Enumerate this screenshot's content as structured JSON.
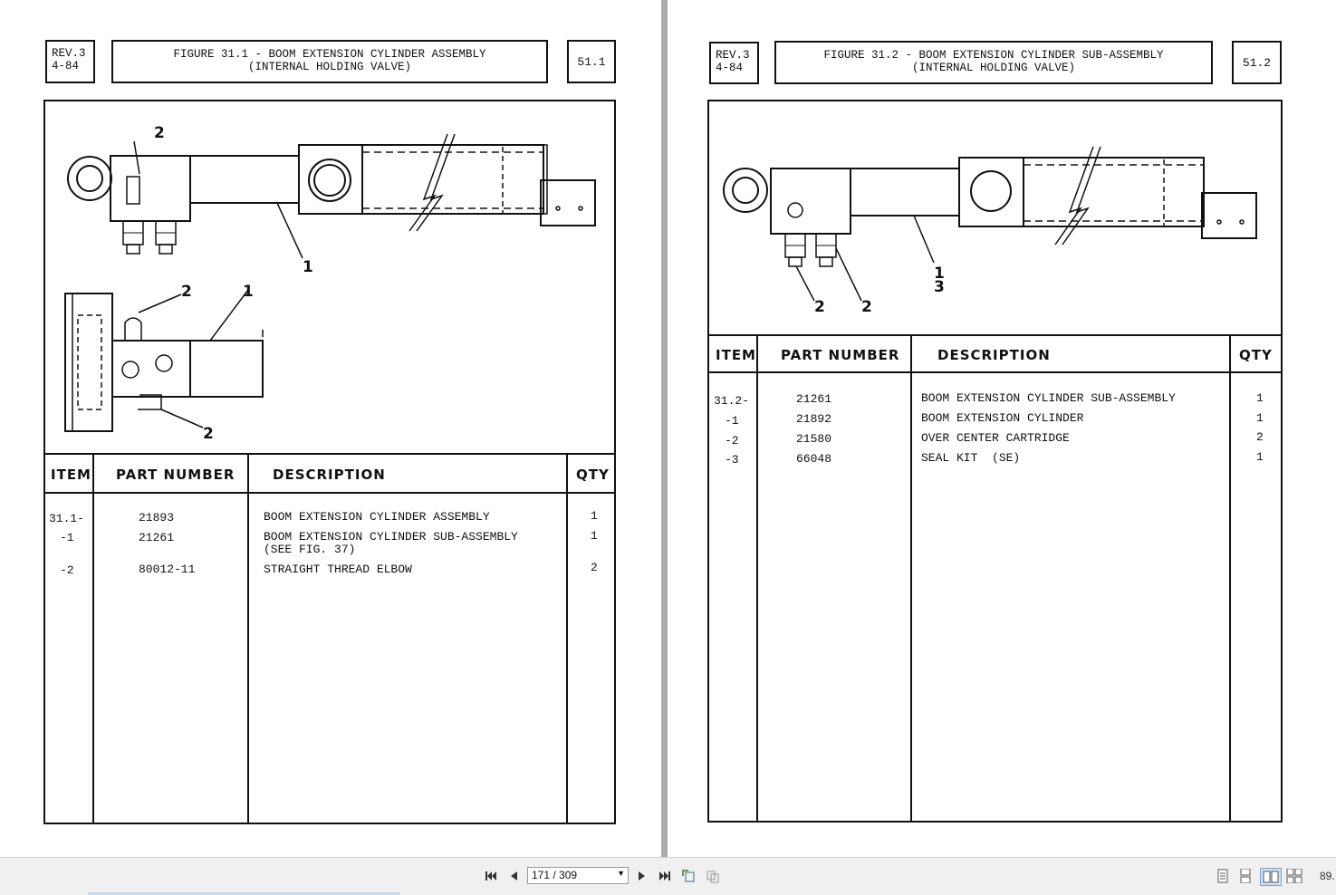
{
  "left_page": {
    "rev": "REV.3",
    "date": "4-84",
    "title_line1": "FIGURE 31.1 - BOOM EXTENSION CYLINDER ASSEMBLY",
    "title_line2": "(INTERNAL HOLDING VALVE)",
    "page_number": "51.1",
    "callouts": [
      "2",
      "1",
      "2",
      "1",
      "2"
    ],
    "headers": {
      "item": "ITEM",
      "part": "PART NUMBER",
      "desc": "DESCRIPTION",
      "qty": "QTY"
    },
    "rows": [
      {
        "item": "31.1-",
        "part": "21893",
        "desc": "BOOM EXTENSION CYLINDER ASSEMBLY",
        "qty": "1"
      },
      {
        "item": "-1",
        "part": "21261",
        "desc": "BOOM EXTENSION CYLINDER SUB-ASSEMBLY\n(SEE FIG. 37)",
        "qty": "1"
      },
      {
        "item": "-2",
        "part": "80012-11",
        "desc": "STRAIGHT THREAD ELBOW",
        "qty": "2"
      }
    ]
  },
  "right_page": {
    "rev": "REV.3",
    "date": "4-84",
    "title_line1": "FIGURE 31.2 - BOOM EXTENSION CYLINDER SUB-ASSEMBLY",
    "title_line2": "(INTERNAL HOLDING VALVE)",
    "page_number": "51.2",
    "callouts": [
      "1",
      "3",
      "2",
      "2"
    ],
    "headers": {
      "item": "ITEM",
      "part": "PART NUMBER",
      "desc": "DESCRIPTION",
      "qty": "QTY"
    },
    "rows": [
      {
        "item": "31.2-",
        "part": "21261",
        "desc": "BOOM EXTENSION CYLINDER SUB-ASSEMBLY",
        "qty": "1"
      },
      {
        "item": "-1",
        "part": "21892",
        "desc": "BOOM EXTENSION CYLINDER",
        "qty": "1"
      },
      {
        "item": "-2",
        "part": "21580",
        "desc": "OVER CENTER CARTRIDGE",
        "qty": "2"
      },
      {
        "item": "-3",
        "part": "66048",
        "desc": "SEAL KIT  (SE)",
        "qty": "1"
      }
    ]
  },
  "toolbar": {
    "page_indicator": "171 / 309",
    "zoom": "89.",
    "icons": [
      "first-page-icon",
      "previous-page-icon",
      "next-page-icon",
      "last-page-icon",
      "rotate-icon",
      "fit-icon",
      "single-page-icon",
      "continuous-icon",
      "facing-icon",
      "continuous-facing-icon"
    ]
  }
}
